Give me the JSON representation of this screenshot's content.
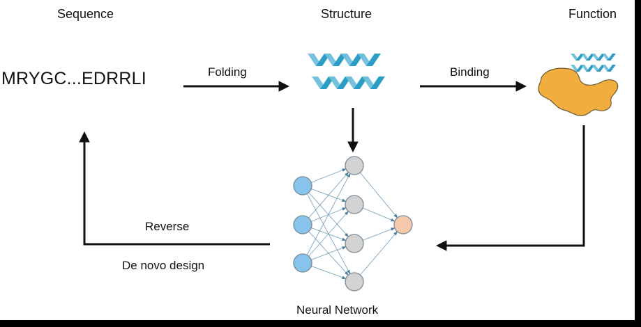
{
  "diagram": {
    "stages": {
      "sequence": {
        "title": "Sequence",
        "value": "MRYGC...EDRRLI"
      },
      "structure": {
        "title": "Structure",
        "icon": "protein-helix-icon"
      },
      "function": {
        "title": "Function",
        "icon": "protein-binding-icon"
      }
    },
    "edges": {
      "folding": {
        "label": "Folding",
        "from": "sequence",
        "to": "structure"
      },
      "binding": {
        "label": "Binding",
        "from": "structure",
        "to": "function"
      },
      "to_network": {
        "from": "structure",
        "to": "neural_network"
      },
      "function_to_network": {
        "from": "function",
        "to": "neural_network"
      },
      "reverse": {
        "label": "Reverse",
        "sublabel": "De novo design",
        "from": "neural_network",
        "to": "sequence"
      }
    },
    "neural_network": {
      "label": "Neural Network",
      "layers": [
        {
          "name": "input",
          "nodes": 3
        },
        {
          "name": "hidden",
          "nodes": 4
        },
        {
          "name": "output",
          "nodes": 1
        }
      ]
    },
    "colors": {
      "helix_light": "#6fbfdc",
      "helix_dark": "#2b9cc4",
      "protein_fill": "#f1ad3e",
      "protein_stroke": "#6b5a3a",
      "input_node": "#87c3ea",
      "hidden_node": "#d3d3d3",
      "output_node": "#f6c8ab",
      "nn_edge": "#5e8fae",
      "nn_arrow": "#1d5f82",
      "arrow": "#111111"
    }
  }
}
